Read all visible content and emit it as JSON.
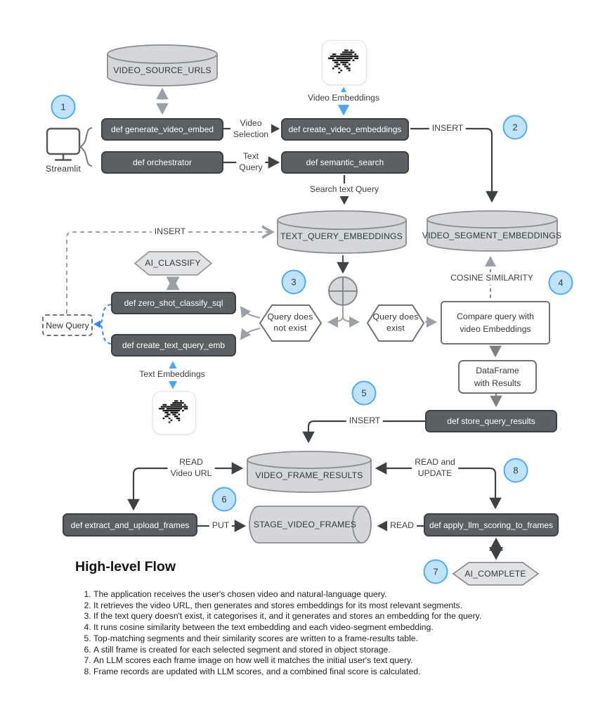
{
  "diagram": {
    "badges": [
      "1",
      "2",
      "3",
      "4",
      "5",
      "6",
      "7",
      "8"
    ],
    "nodes": {
      "video_source_urls": "VIDEO_SOURCE_URLS",
      "generate_video_embed": "def generate_video_embed",
      "orchestrator": "def orchestrator",
      "create_video_embeddings": "def create_video_embeddings",
      "semantic_search": "def semantic_search",
      "text_query_embeddings": "TEXT_QUERY_EMBEDDINGS",
      "video_segment_embeddings": "VIDEO_SEGMENT_EMBEDDINGS",
      "ai_classify": "AI_CLASSIFY",
      "zero_shot_classify_sql": "def zero_shot_classify_sql",
      "create_text_query_emb": "def create_text_query_emb",
      "new_query": "New Query",
      "query_not_exist": "Query does\nnot exist",
      "query_exist": "Query does\nexist",
      "compare_query": "Compare query with\nvideo Embeddings",
      "dataframe_results": "DataFrame\nwith Results",
      "store_query_results": "def store_query_results",
      "video_frame_results": "VIDEO_FRAME_RESULTS",
      "extract_and_upload_frames": "def extract_and_upload_frames",
      "stage_video_frames": "STAGE_VIDEO_FRAMES",
      "apply_llm_scoring_to_frames": "def apply_llm_scoring_to_frames",
      "ai_complete": "AI_COMPLETE",
      "streamlit": "Streamlit"
    },
    "edge_labels": {
      "video_selection": "Video\nSelection",
      "text_query": "Text\nQuery",
      "video_embeddings": "Video Embeddings",
      "insert_top": "INSERT",
      "search_text_query": "Search text Query",
      "insert_left": "INSERT",
      "cosine_similarity": "COSINE SIMILARITY",
      "text_embeddings": "Text Embeddings",
      "insert_bottom": "INSERT",
      "read_video_url": "READ\nVideo URL",
      "read_and_update": "READ and\nUPDATE",
      "put": "PUT",
      "read": "READ"
    },
    "icons": {
      "embedding_model": "pixel-horse-icon",
      "client": "monitor-icon"
    },
    "colors": {
      "accent_blue": "#47a6f6",
      "badge_fill": "#c0e3fc",
      "badge_border": "#4fabf4",
      "dark_node": "#5c6065",
      "cylinder_fill": "#d4d6d9",
      "arrow_dark": "#3f4245",
      "arrow_gray": "#9aa0a6"
    }
  },
  "footer": {
    "title": "High-level Flow",
    "steps": [
      "The application receives the user's chosen video and natural-language query.",
      "It retrieves the video URL, then generates and stores embeddings for its most relevant segments.",
      "If the text query doesn't exist, it categorises it, and it generates and stores an embedding for the query.",
      "It runs cosine similarity between the text embedding and each video-segment embedding.",
      "Top-matching segments and their similarity scores are written to a frame-results table.",
      "A still frame is created for each selected segment and stored in object storage.",
      "An LLM scores each frame image on how well it matches the initial user's text query.",
      "Frame records are updated with LLM scores, and a combined final score is calculated."
    ]
  }
}
